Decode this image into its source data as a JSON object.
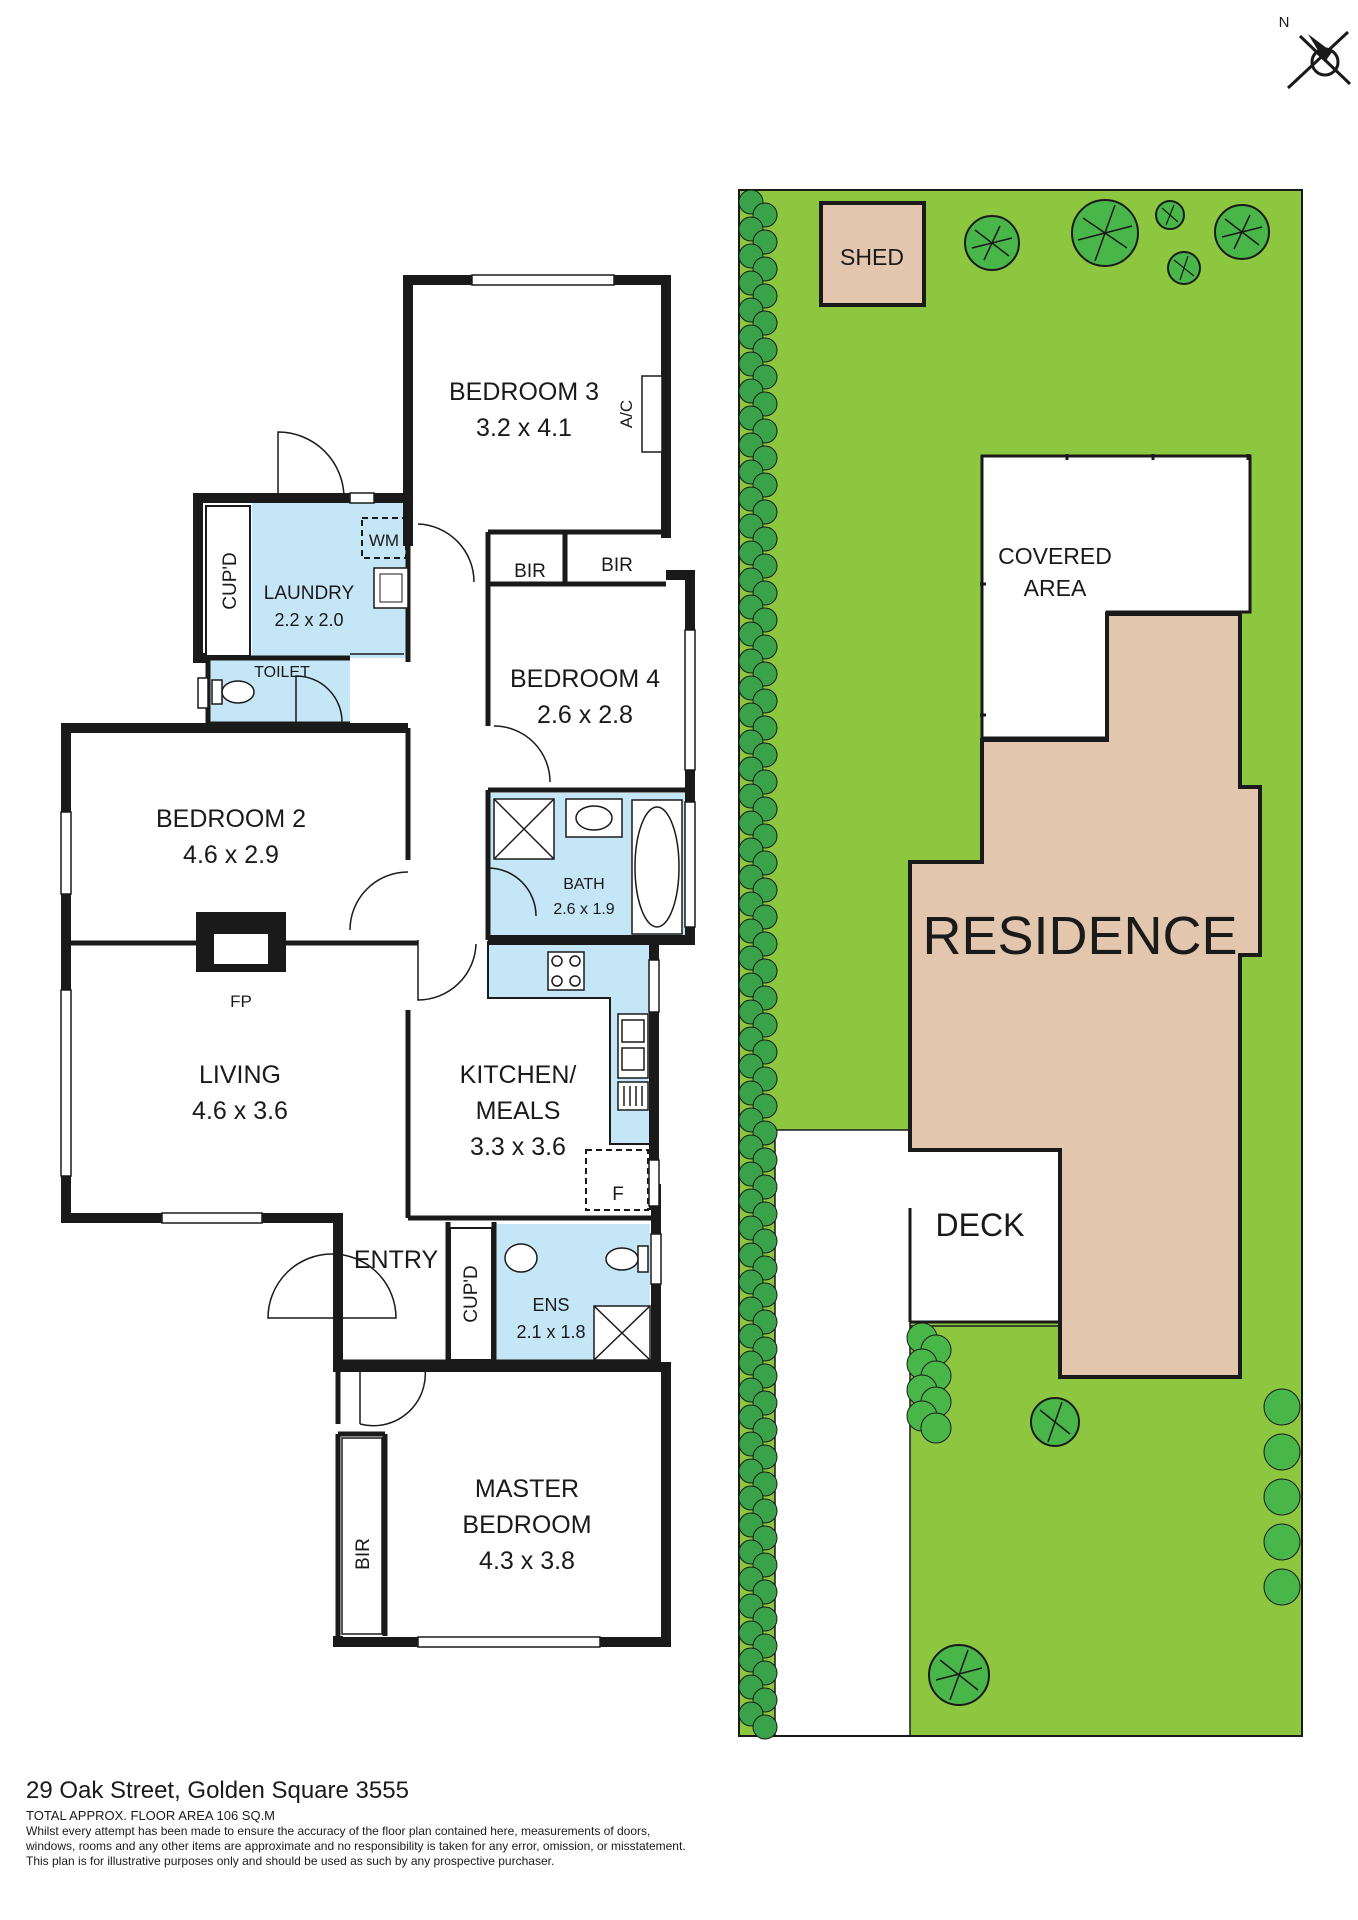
{
  "compass": {
    "label": "N",
    "icon": "north-arrow-icon"
  },
  "rooms": {
    "bedroom3": {
      "name": "BEDROOM 3",
      "dims": "3.2 x 4.1"
    },
    "ac": "A/C",
    "laundry": {
      "name": "LAUNDRY",
      "dims": "2.2 x 2.0"
    },
    "wm": "WM",
    "cupd_laundry": "CUP'D",
    "toilet": "TOILET",
    "bir1": "BIR",
    "bir2": "BIR",
    "bedroom4": {
      "name": "BEDROOM 4",
      "dims": "2.6 x 2.8"
    },
    "bedroom2": {
      "name": "BEDROOM 2",
      "dims": "4.6 x 2.9"
    },
    "bath": {
      "name": "BATH",
      "dims": "2.6 x 1.9"
    },
    "fp": "FP",
    "living": {
      "name": "LIVING",
      "dims": "4.6 x 3.6"
    },
    "kitchen": {
      "line1": "KITCHEN/",
      "line2": "MEALS",
      "dims": "3.3 x 3.6"
    },
    "fridge": "F",
    "entry": "ENTRY",
    "cupd_entry": "CUP'D",
    "ens": {
      "name": "ENS",
      "dims": "2.1 x 1.8"
    },
    "master": {
      "line1": "MASTER",
      "line2": "BEDROOM",
      "dims": "4.3 x 3.8"
    },
    "bir_master": "BIR"
  },
  "site": {
    "shed": "SHED",
    "covered": {
      "line1": "COVERED",
      "line2": "AREA"
    },
    "residence": "RESIDENCE",
    "deck": "DECK"
  },
  "colors": {
    "lawn": "#8dc63f",
    "residence": "#e2c6ad",
    "wet_area": "#c5e6f6",
    "hedge": "#3aa34a",
    "tree": "#49b649",
    "wall": "#1a1a1a"
  },
  "footer": {
    "address": "29 Oak Street, Golden Square 3555",
    "floor_area": "TOTAL APPROX. FLOOR AREA 106 SQ.M",
    "disclaimer_1": "Whilst every attempt has been made to ensure the accuracy of the floor plan contained here, measurements of doors,",
    "disclaimer_2": "windows, rooms and any other items are approximate and no responsibility is taken for any error, omission, or misstatement.",
    "disclaimer_3": "This plan is for illustrative purposes only and should be used as such by any prospective purchaser."
  }
}
